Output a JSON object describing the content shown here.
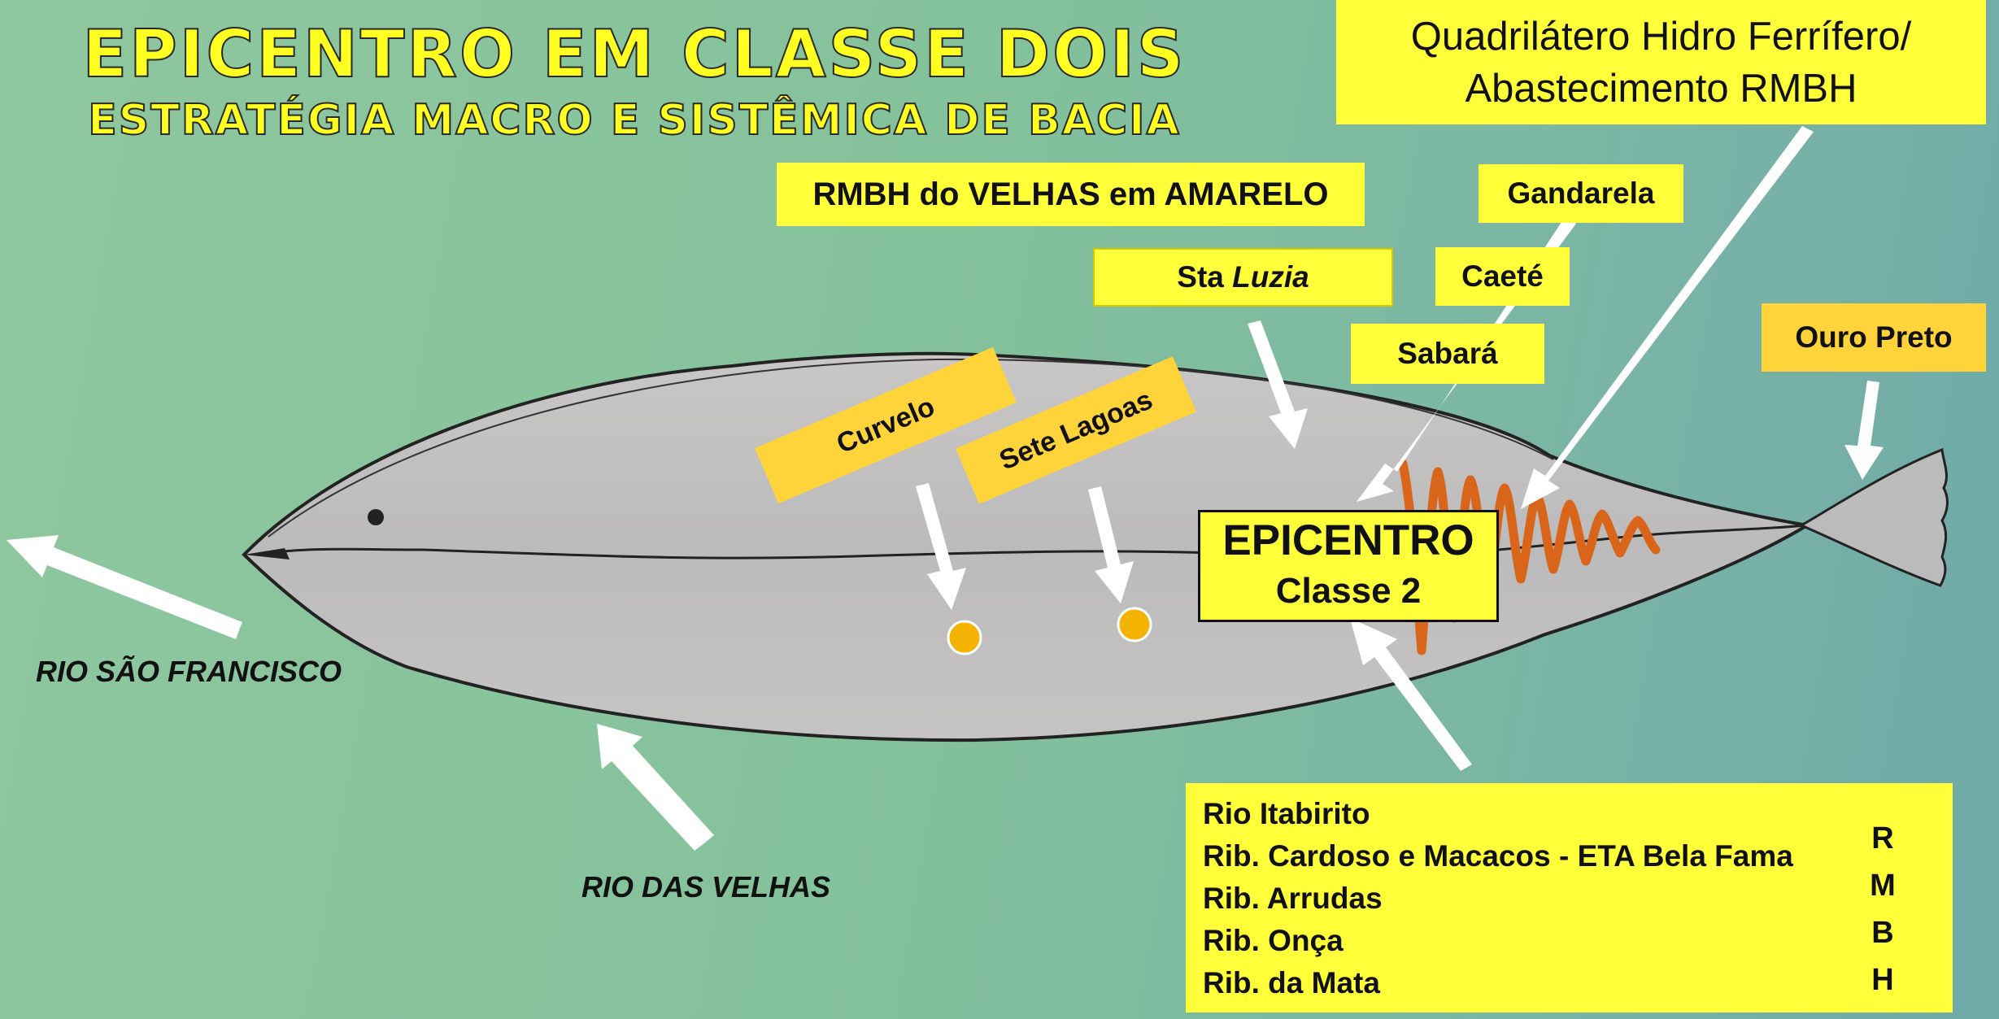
{
  "title": "EPICENTRO EM CLASSE DOIS",
  "subtitle": "ESTRATÉGIA MACRO E SISTÊMICA DE BACIA",
  "quadrilatero": {
    "line1": "Quadrilátero Hidro Ferrífero/",
    "line2": "Abastecimento RMBH"
  },
  "rmbh_label": "RMBH  do VELHAS em  AMARELO",
  "places": {
    "gandarela": "Gandarela",
    "sta": "Sta",
    "luzia": "Luzia",
    "caete": "Caeté",
    "sabara": "Sabará",
    "ouro_preto": "Ouro Preto",
    "curvelo": "Curvelo",
    "sete_lagoas": "Sete Lagoas"
  },
  "epicentro": {
    "line1": "EPICENTRO",
    "line2": "Classe 2"
  },
  "rivers": {
    "sao_francisco": "RIO SÃO FRANCISCO",
    "velhas": "RIO DAS VELHAS"
  },
  "tributaries": {
    "itabirito": "Rio Itabirito",
    "cardoso_prefix": "Rib. Cardoso  e Macacos - ",
    "cardoso_eta": "ETA Bela Fama",
    "arrudas": "Rib. Arrudas",
    "onca": "Rib. Onça",
    "mata": "Rib. da Mata"
  },
  "rmbh_vertical": [
    "R",
    "M",
    "B",
    "H"
  ],
  "colors": {
    "background": "#84c29b",
    "label_yellow": "#ffff3a",
    "label_orange": "#ffd43a",
    "wave": "#d8651a",
    "city_dot": "#f3b300",
    "fish_body": "#bdbcbc"
  }
}
